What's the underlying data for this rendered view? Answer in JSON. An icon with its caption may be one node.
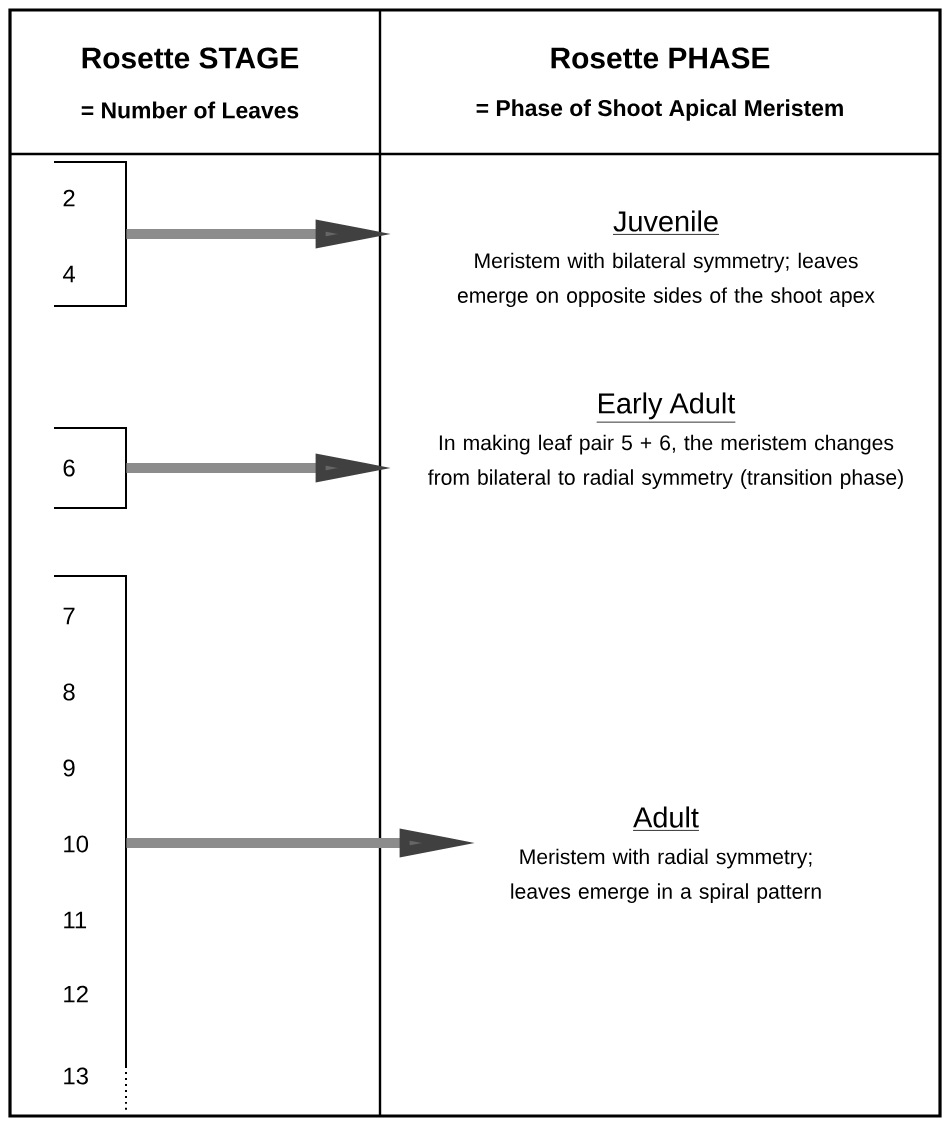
{
  "diagram": {
    "nodes": [
      {
        "text": [
          "2",
          "4"
        ]
      },
      {
        "text": [
          "6"
        ]
      },
      {
        "text": [
          "7",
          "8",
          "9",
          "10",
          "11",
          "12",
          "13"
        ]
      },
      {
        "text": [
          "Juvenile",
          "Meristem with bilateral symmetry; leaves emerge on opposite sides of the shoot apex"
        ]
      },
      {
        "text": [
          "Early Adult",
          "In making leaf pair 5 + 6, the meristem changes from bilateral to radial symmetry (transition phase)"
        ]
      },
      {
        "text": [
          "Adult",
          "Meristem with radial symmetry; leaves emerge in a spiral pattern"
        ]
      }
    ],
    "edges": [
      {
        "from": 0,
        "to": 3,
        "arrow": "to"
      },
      {
        "from": 1,
        "to": 4,
        "arrow": "to"
      },
      {
        "from": 2,
        "to": 5,
        "arrow": "to"
      }
    ],
    "labels": [
      "Rosette STAGE",
      "= Number of Leaves",
      "Rosette PHASE",
      "= Phase of Shoot Apical Meristem"
    ]
  }
}
